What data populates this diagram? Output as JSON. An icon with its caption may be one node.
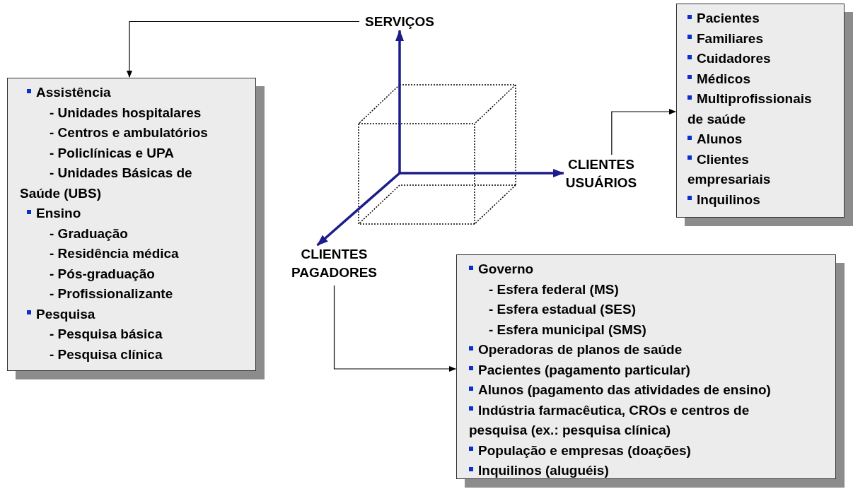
{
  "diagram": {
    "nodes": [
      {
        "text": [
          "SERVIÇOS"
        ]
      },
      {
        "text": [
          "Pacientes",
          "Familiares",
          "Cuidadores",
          "Médicos",
          "Multiprofissionais de saúde",
          "Alunos",
          "Clientes empresariais",
          "Inquilinos"
        ]
      },
      {
        "text": [
          "Assistência",
          "- Unidades hospitalares",
          "- Centros e ambulatórios",
          "- Policlínicas e UPA",
          "- Unidades Básicas de Saúde (UBS)",
          "Ensino",
          "- Graduação",
          "- Residência médica",
          "- Pós-graduação",
          "- Profissionalizante",
          "Pesquisa",
          "- Pesquisa básica",
          "- Pesquisa clínica"
        ]
      },
      {
        "text": [
          "CLIENTES USUÁRIOS"
        ]
      },
      {
        "text": [
          "CLIENTES PAGADORES"
        ]
      },
      {
        "text": [
          "Governo",
          "- Esfera federal (MS)",
          "- Esfera estadual (SES)",
          "- Esfera municipal (SMS)",
          "Operadoras de planos de saúde",
          "Pacientes (pagamento particular)",
          "Alunos (pagamento das atividades de ensino)",
          "Indústria farmacêutica, CROs e centros de pesquisa (ex.: pesquisa clínica)",
          "População e empresas (doações)",
          "Inquilinos (aluguéis)"
        ]
      }
    ],
    "edges": [
      {
        "from": 0,
        "to": 2,
        "arrow": "to"
      },
      {
        "from": 3,
        "to": 1,
        "arrow": "to"
      },
      {
        "from": 4,
        "to": 5,
        "arrow": "to"
      },
      {
        "from": null,
        "to": 0,
        "arrow": "to",
        "style": "thick",
        "color": "#1c1c8a"
      },
      {
        "from": null,
        "to": 3,
        "arrow": "to",
        "style": "thick",
        "color": "#1c1c8a"
      },
      {
        "from": null,
        "to": 4,
        "arrow": "to",
        "style": "thick",
        "color": "#1c1c8a"
      }
    ]
  }
}
